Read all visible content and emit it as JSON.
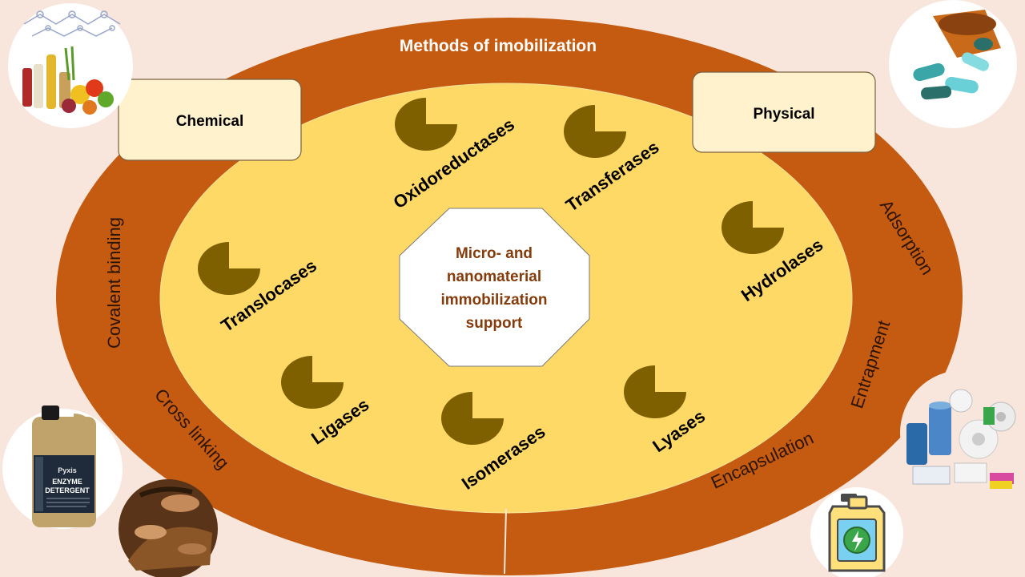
{
  "title": "Methods of imobilization",
  "center_label": [
    "Micro- and",
    "nanomaterial",
    "immobilization",
    "support"
  ],
  "boxes": {
    "chemical": "Chemical",
    "physical": "Physical"
  },
  "methods": {
    "covalent_binding": "Covalent binding",
    "cross_linking": "Cross linking",
    "adsorption": "Adsorption",
    "entrapment": "Entrapment",
    "encapsulation": "Encapsulation"
  },
  "enzyme_classes": {
    "oxidoreductases": "Oxidoreductases",
    "transferases": "Transferases",
    "hydrolases": "Hydrolases",
    "lyases": "Lyases",
    "isomerases": "Isomerases",
    "ligases": "Ligases",
    "translocases": "Translocases"
  },
  "detergent_bottle": {
    "brand": "Pyxis",
    "label": [
      "ENZYME",
      "DETERGENT"
    ]
  },
  "colors": {
    "background": "#f8e6dc",
    "outer_ring": "#c55a11",
    "inner_oval": "#ffd966",
    "pie_icon": "#7f6000",
    "box_fill": "#fff2cc",
    "center_text": "#843c0c"
  },
  "icons": {
    "food": "food-photo",
    "pills": "capsules-photo",
    "detergent": "detergent-bottle-photo",
    "leather": "leather-crafting-photo",
    "paper": "paper-rolls-photo",
    "biofuel": "biofuel-canister-icon"
  }
}
